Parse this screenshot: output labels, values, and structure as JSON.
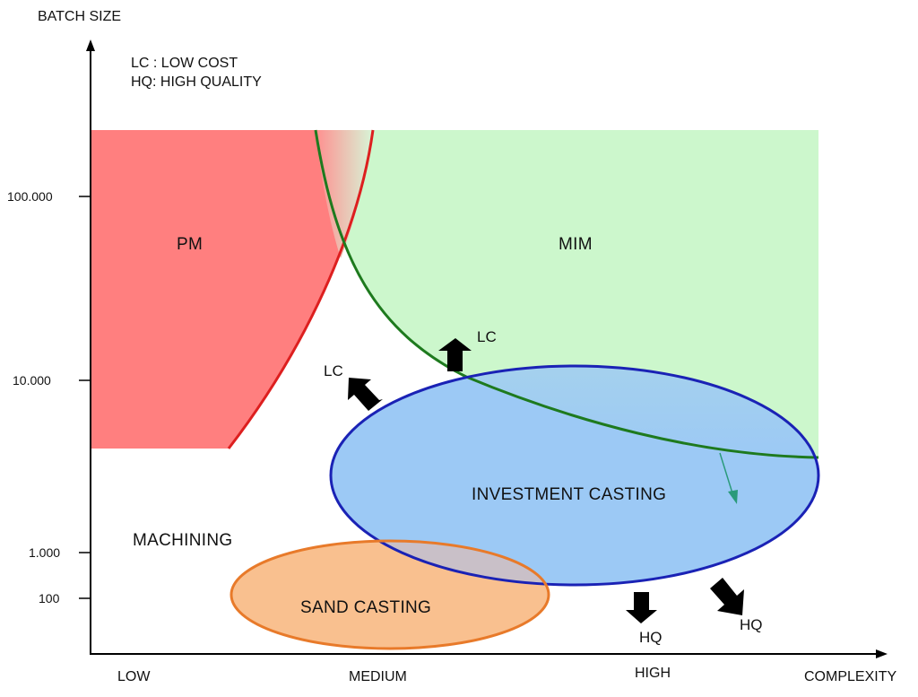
{
  "axes": {
    "y_title": "BATCH SIZE",
    "x_title": "COMPLEXITY",
    "y_ticks": [
      "100.000",
      "10.000",
      "1.000",
      "100"
    ],
    "x_ticks": [
      "LOW",
      "MEDIUM",
      "HIGH"
    ]
  },
  "legend": {
    "line1": "LC : LOW COST",
    "line2": "HQ: HIGH QUALITY"
  },
  "regions": {
    "pm": "PM",
    "mim": "MIM",
    "machining": "MACHINING",
    "investment_casting": "INVESTMENT CASTING",
    "sand_casting": "SAND CASTING"
  },
  "arrows": {
    "lc_left": "LC",
    "lc_up": "LC",
    "hq_down": "HQ",
    "hq_diag": "HQ"
  },
  "colors": {
    "pm_fill": "#ff7f7f",
    "pm_edge": "#dd1f1f",
    "mim_fill": "#ccf7cc",
    "mim_edge": "#1e7a1e",
    "investment_fill": "#9cc9f5",
    "investment_edge": "#1a22b5",
    "sand_fill": "#f9c08f",
    "sand_edge": "#e87a2a",
    "arrow": "#000000"
  }
}
